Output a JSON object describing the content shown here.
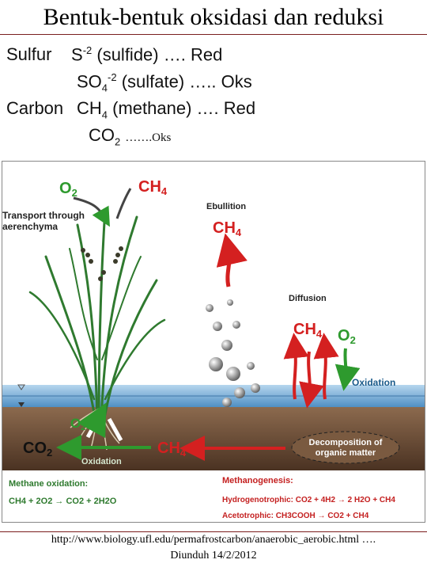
{
  "title": "Bentuk-bentuk oksidasi dan reduksi",
  "lines": {
    "sulfur_label": "Sulfur",
    "sulfide_formula": "S",
    "sulfide_charge": "-2",
    "sulfide_text": "(sulfide) …. Red",
    "sulfate_formula": "SO",
    "sulfate_sub": "4",
    "sulfate_charge": "-2",
    "sulfate_text": "(sulfate) ….. Oks",
    "carbon_label": "Carbon",
    "methane_formula": "CH",
    "methane_sub": "4",
    "methane_text": "(methane) …. Red",
    "co2_formula": "CO",
    "co2_sub": "2",
    "co2_text": "…….Oks"
  },
  "diagram": {
    "o2_top": "O",
    "o2_top_sub": "2",
    "ch4_top": "CH",
    "ch4_top_sub": "4",
    "transport_line1": "Transport through",
    "transport_line2": "aerenchyma",
    "ebullition": "Ebullition",
    "ch4_ebul": "CH",
    "ch4_ebul_sub": "4",
    "diffusion": "Diffusion",
    "ch4_diff": "CH",
    "ch4_diff_sub": "4",
    "o2_diff": "O",
    "o2_diff_sub": "2",
    "oxidation_water": "Oxidation",
    "o2_root": "O",
    "o2_root_sub": "2",
    "co2_soil": "CO",
    "co2_soil_sub": "2",
    "oxidation_soil": "Oxidation",
    "ch4_soil": "CH",
    "ch4_soil_sub": "4",
    "decomp_line1": "Decomposition of",
    "decomp_line2": "organic matter",
    "meth_ox_title": "Methane oxidation:",
    "meth_ox_eq": "CH4 + 2O2 → CO2 + 2H2O",
    "methanogenesis_title": "Methanogenesis:",
    "hydro_eq": "Hydrogenotrophic: CO2 + 4H2 → 2 H2O + CH4",
    "aceto_eq": "Acetotrophic: CH3COOH → CO2 + CH4"
  },
  "footer": {
    "url": "http://www.biology.ufl.edu/permafrostcarbon/anaerobic_aerobic.html ….",
    "date": "Diunduh 14/2/2012"
  },
  "colors": {
    "red": "#d42020",
    "green": "#2e9a2e",
    "water": "#6aa6d4",
    "soil": "#6b4a32"
  }
}
